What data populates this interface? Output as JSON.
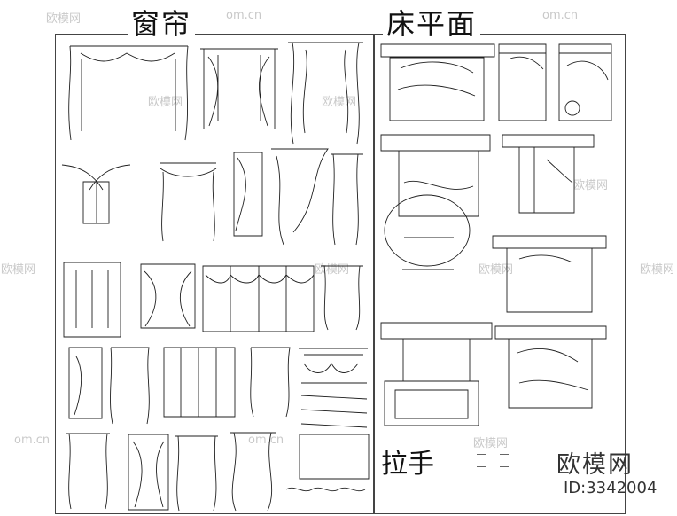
{
  "titles": {
    "curtains": "窗帘",
    "bed_plan": "床平面",
    "handles": "拉手"
  },
  "watermark": {
    "brand": "欧模网",
    "domain": "om.cn",
    "id": "ID:3342004"
  },
  "colors": {
    "line": "#1f1f1f",
    "watermark": "#cfcfcf"
  },
  "icons": {
    "curtain": "curtain-drawing",
    "bed": "bed-plan-drawing"
  }
}
